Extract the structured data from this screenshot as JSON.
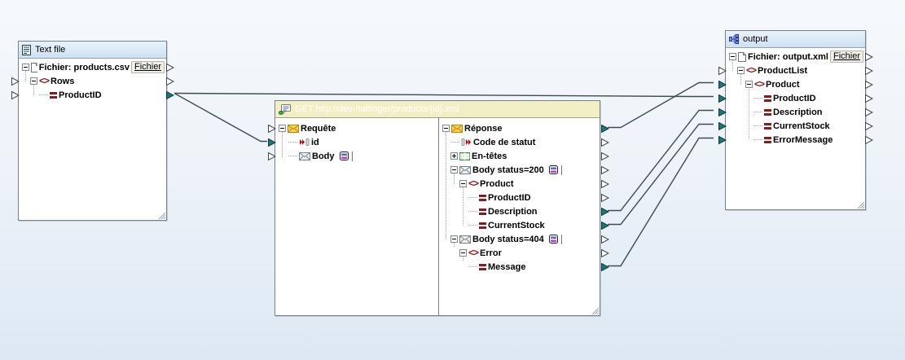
{
  "colors": {
    "ws_header_bg": "#f2efc4",
    "component_title_bg": "#d9e7f6",
    "connector_filled": "#17787d",
    "wire": "#3c4c52",
    "icon_red": "#8b1a1a"
  },
  "textfile": {
    "title": "Text file",
    "file_label": "Fichier: products.csv",
    "file_button": "Fichier",
    "rows_label": "Rows",
    "productid_label": "ProductID"
  },
  "webservice": {
    "title": "GET http://dev-hattinger/products/{id}.xml",
    "request": {
      "label": "Requête",
      "id": "id",
      "body": "Body"
    },
    "response": {
      "label": "Réponse",
      "status": "Code de statut",
      "headers": "En-têtes",
      "body200": "Body status=200",
      "product": "Product",
      "productid": "ProductID",
      "description": "Description",
      "currentstock": "CurrentStock",
      "body404": "Body status=404",
      "error": "Error",
      "message": "Message"
    }
  },
  "output": {
    "title": "output",
    "file_label": "Fichier: output.xml",
    "file_button": "Fichier",
    "productlist": "ProductList",
    "product": "Product",
    "productid": "ProductID",
    "description": "Description",
    "currentstock": "CurrentStock",
    "errormessage": "ErrorMessage"
  },
  "connections": [
    {
      "from": "textfile.ProductID",
      "to": "webservice.request.id"
    },
    {
      "from": "textfile.ProductID",
      "to": "output.ProductID"
    },
    {
      "from": "webservice.response",
      "to": "output.Product"
    },
    {
      "from": "webservice.response.body200.Description",
      "to": "output.Description"
    },
    {
      "from": "webservice.response.body200.CurrentStock",
      "to": "output.CurrentStock"
    },
    {
      "from": "webservice.response.body404.Message",
      "to": "output.ErrorMessage"
    }
  ]
}
